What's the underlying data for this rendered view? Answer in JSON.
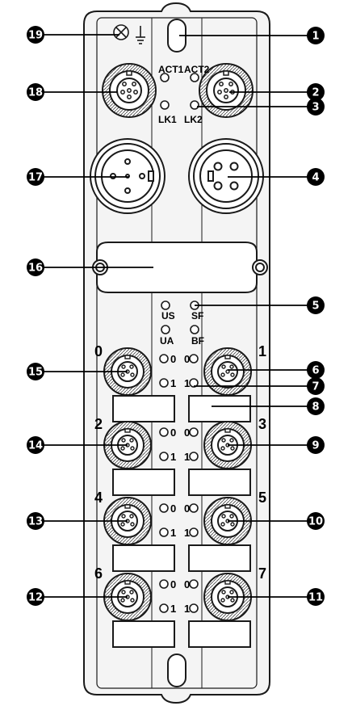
{
  "labels": {
    "act1": "ACT1",
    "act2": "ACT2",
    "lk1": "LK1",
    "lk2": "LK2",
    "us": "US",
    "sf": "SF",
    "ua": "UA",
    "bf": "BF",
    "port_numbers": [
      "0",
      "1",
      "2",
      "3",
      "4",
      "5",
      "6",
      "7"
    ],
    "led_zero": "0",
    "led_one": "1"
  },
  "callouts": {
    "left": [
      "19",
      "18",
      "17",
      "16",
      "15",
      "14",
      "13",
      "12"
    ],
    "right": [
      "1",
      "2",
      "3",
      "4",
      "5",
      "6",
      "7",
      "8",
      "9",
      "10",
      "11"
    ]
  },
  "colors": {
    "outline": "#1a1a1a",
    "body_fill": "#f4f4f4",
    "callout_fill": "#000000",
    "callout_text": "#ffffff"
  }
}
